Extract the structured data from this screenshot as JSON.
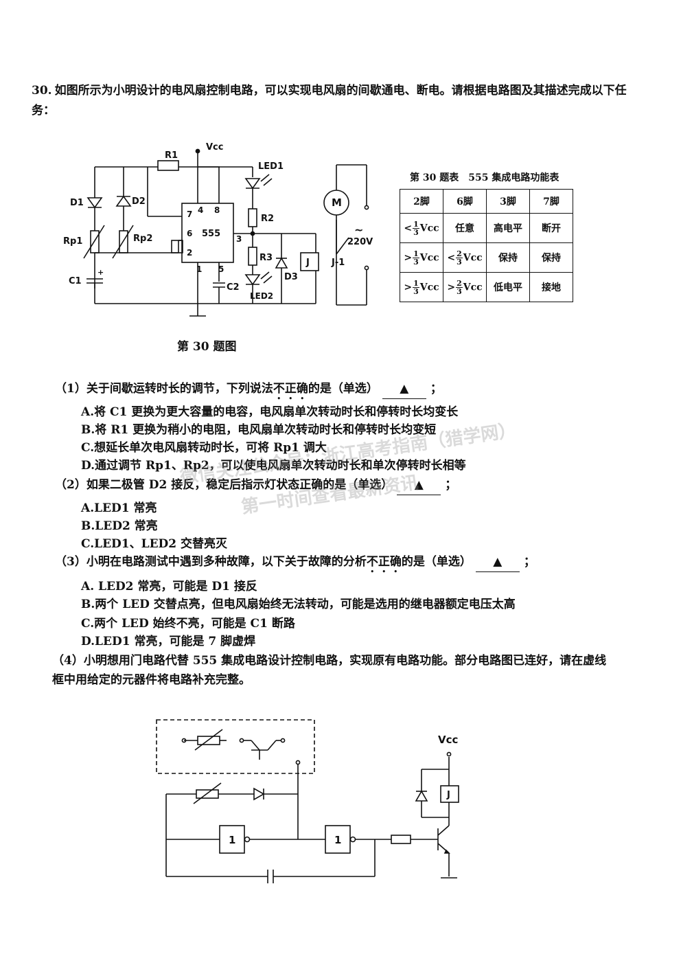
{
  "question": {
    "number": "30.",
    "stem": "如图所示为小明设计的电风扇控制电路，可以实现电风扇的间歇通电、断电。请根据电路图及其描述完成以下任务："
  },
  "circuit1": {
    "labels": {
      "vcc": "Vcc",
      "r1": "R1",
      "led1": "LED1",
      "d1": "D1",
      "d2": "D2",
      "rp1": "Rp1",
      "rp2": "Rp2",
      "c1": "C1",
      "plus": "+",
      "pin4": "4",
      "pin8": "8",
      "pin7": "7",
      "pin6": "6",
      "chip": "555",
      "pin3": "3",
      "pin2": "2",
      "pin1": "1",
      "pin5": "5",
      "c2": "C2",
      "r2": "R2",
      "r3": "R3",
      "d3": "D3",
      "led2": "LED2",
      "relay": "J",
      "motor": "M",
      "contact": "J-1",
      "ac": "~",
      "voltage": "220V"
    },
    "caption": "第 30 题图"
  },
  "table": {
    "caption": "第 30 题表　555 集成电路功能表",
    "headers": [
      "2脚",
      "6脚",
      "3脚",
      "7脚"
    ],
    "rows": [
      [
        "<",
        "任意",
        "高电平",
        "断开"
      ],
      [
        ">",
        "<",
        "保持",
        "保持"
      ],
      [
        ">",
        ">",
        "低电平",
        "接地"
      ]
    ],
    "frac_one": {
      "num": "1",
      "den": "3"
    },
    "frac_two": {
      "num": "2",
      "den": "3"
    },
    "vcc": "Vcc"
  },
  "q1": {
    "prefix": "（1）关于间歇运转时长的调节，下列说法",
    "emph": "不正确",
    "suffix": "的是（单选）",
    "blank": "▲",
    "end": "；",
    "options": [
      "A.将 C1 更换为更大容量的电容，电风扇单次转动时长和停转时长均变长",
      "B.将 R1 更换为稍小的电阻，电风扇单次转动时长和停转时长均变短",
      "C.想延长单次电风扇转动时长，可将 Rp1 调大",
      "D.通过调节 Rp1、Rp2，可以使电风扇单次转动时长和单次停转时长相等"
    ]
  },
  "q2": {
    "prefix": "（2）如果二极管 D2 接反，稳定后指示灯状态正确的是（单选）",
    "blank": "▲",
    "end": "；",
    "options": [
      "A.LED1 常亮",
      "B.LED2 常亮",
      "C.LED1、LED2 交替亮灭"
    ]
  },
  "q3": {
    "prefix": "（3）小明在电路测试中遇到多种故障，以下关于故障的分析",
    "emph": "不正确",
    "suffix": "的是（单选）",
    "blank": "▲",
    "end": "；",
    "options": [
      "A. LED2 常亮，可能是 D1 接反",
      "B.两个 LED 交替点亮，但电风扇始终无法转动，可能是选用的继电器额定电压太高",
      "C.两个 LED 始终不亮，可能是 C1 断路",
      "D.LED1 常亮，可能是 7 脚虚焊"
    ]
  },
  "q4": {
    "text": "（4）小明想用门电路代替 555 集成电路设计控制电路，实现原有电路功能。部分电路图已连好，请在虚线框中用给定的元器件将电路补充完整。"
  },
  "circuit2": {
    "labels": {
      "vcc": "Vcc",
      "relay": "J",
      "gate1": "1",
      "gate2": "1"
    }
  },
  "watermark": {
    "line1": "微信关注公众号：浙江高考指南（猎学网）",
    "line2": "第一时间查看最新资讯"
  }
}
